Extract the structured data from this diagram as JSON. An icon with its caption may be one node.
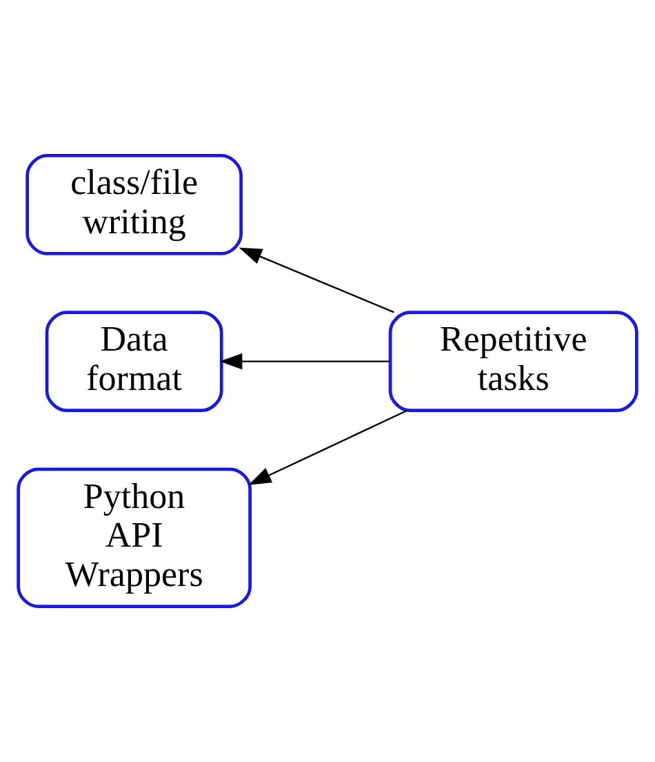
{
  "diagram": {
    "nodes": [
      {
        "text": [
          "Repetitive tasks"
        ]
      },
      {
        "text": [
          "class/file writing"
        ]
      },
      {
        "text": [
          "Data format"
        ]
      },
      {
        "text": [
          "Python API Wrappers"
        ]
      }
    ],
    "edges": [
      {
        "from": 0,
        "to": 1,
        "arrow": "to"
      },
      {
        "from": 0,
        "to": 2,
        "arrow": "to"
      },
      {
        "from": 0,
        "to": 3,
        "arrow": "to"
      }
    ]
  }
}
